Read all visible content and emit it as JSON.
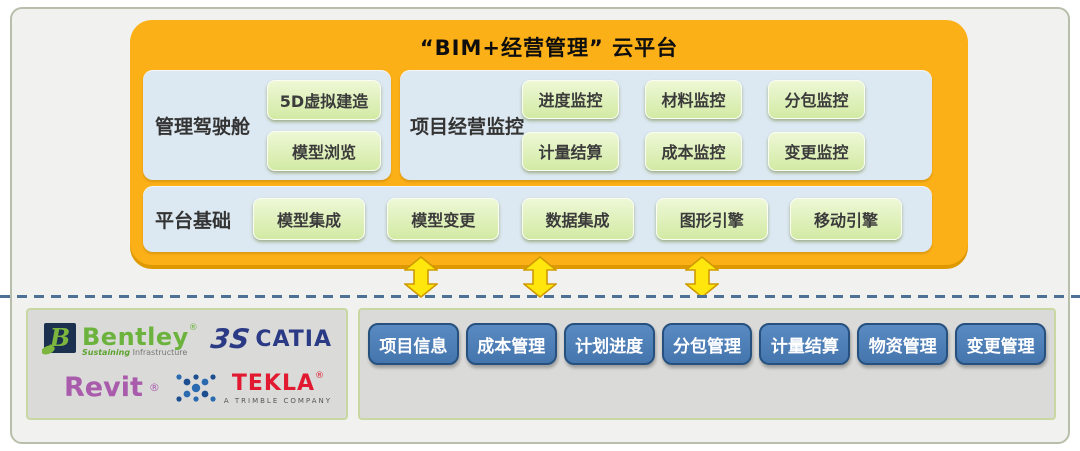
{
  "platform_box": {
    "title": "“BIM+经营管理” 云平台",
    "cockpit": {
      "label": "管理驾驶舱",
      "buttons": [
        "5D虚拟建造",
        "模型浏览"
      ]
    },
    "monitor": {
      "label": "项目经营监控",
      "buttons": [
        "进度监控",
        "材料监控",
        "分包监控",
        "计量结算",
        "成本监控",
        "变更监控"
      ]
    },
    "foundation": {
      "label": "平台基础",
      "buttons": [
        "模型集成",
        "模型变更",
        "数据集成",
        "图形引擎",
        "移动引擎"
      ]
    }
  },
  "software_box": {
    "bentley": {
      "name": "Bentley",
      "reg": "®",
      "tagline_bold": "Sustaining",
      "tagline_rest": " Infrastructure",
      "mark_letter": "B"
    },
    "catia": {
      "mark": "3S",
      "name": "CATIA"
    },
    "revit": {
      "name": "Revit",
      "reg": "®"
    },
    "tekla": {
      "name": "TEKLA",
      "reg": "®",
      "tagline": "A TRIMBLE COMPANY"
    }
  },
  "modules": [
    "项目信息",
    "成本管理",
    "计划进度",
    "分包管理",
    "计量结算",
    "物资管理",
    "变更管理"
  ],
  "colors": {
    "cloud_orange": "#fcb018",
    "section_blue": "#dde9f2",
    "green_button": "#d8edab",
    "module_blue": "#4a7cb4",
    "module_border": "#26517f",
    "arrow_yellow": "#ffe60c",
    "dashed_line": "#4d7195",
    "bentley_green": "#6cb33e",
    "catia_navy": "#2b3a85",
    "revit_purple": "#a95cac",
    "tekla_red": "#e11931"
  }
}
